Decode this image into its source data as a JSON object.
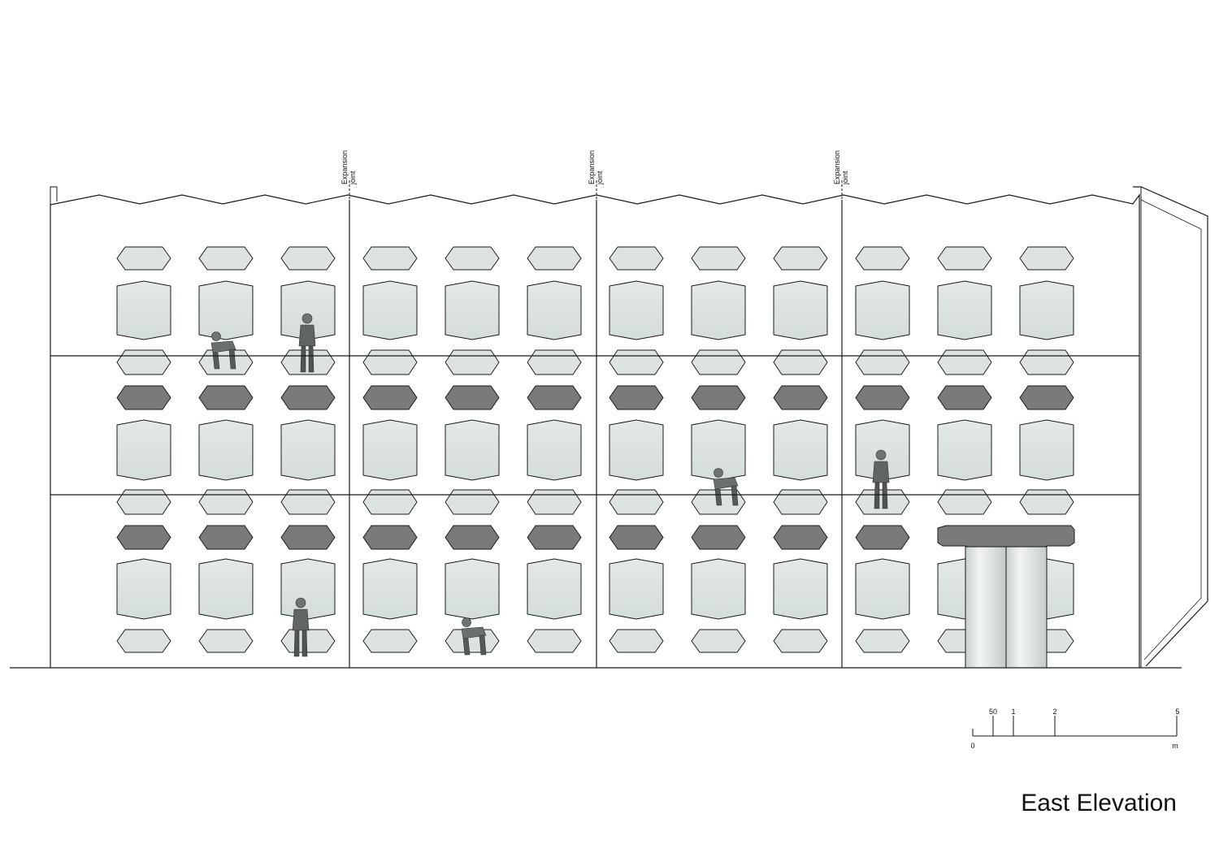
{
  "title": "East Elevation",
  "expansion_joints": [
    {
      "line1": "Expansion",
      "line2": "joint"
    },
    {
      "line1": "Expansion",
      "line2": "joint"
    },
    {
      "line1": "Expansion",
      "line2": "joint"
    }
  ],
  "scale_bar": {
    "top_labels": [
      "50",
      "1",
      "2",
      "5"
    ],
    "bottom_labels": [
      "0",
      "m"
    ]
  },
  "colors": {
    "line": "#1a1a1a",
    "glass": "#dde3e3",
    "dark_panel": "#7a7a7a",
    "figure": "#6e7474",
    "door": "#e6eaea"
  }
}
